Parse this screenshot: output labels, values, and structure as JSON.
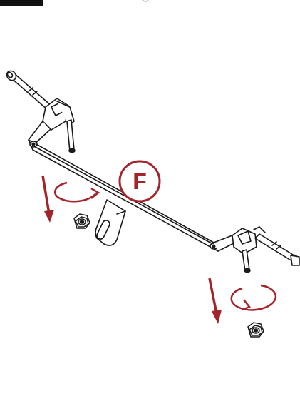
{
  "step": {
    "label": "F"
  },
  "colors": {
    "accent_red": "#A3252B",
    "line": "#1a1a1a",
    "tab_black": "#111111"
  },
  "parts": {
    "axle": "front-axle-assembly",
    "nuts": [
      "hex-nut-left",
      "hex-nut-right"
    ],
    "rotation_arrows": [
      "rotate-arrow-left",
      "rotate-arrow-right"
    ],
    "down_arrows": [
      "down-arrow-left",
      "down-arrow-right"
    ]
  }
}
